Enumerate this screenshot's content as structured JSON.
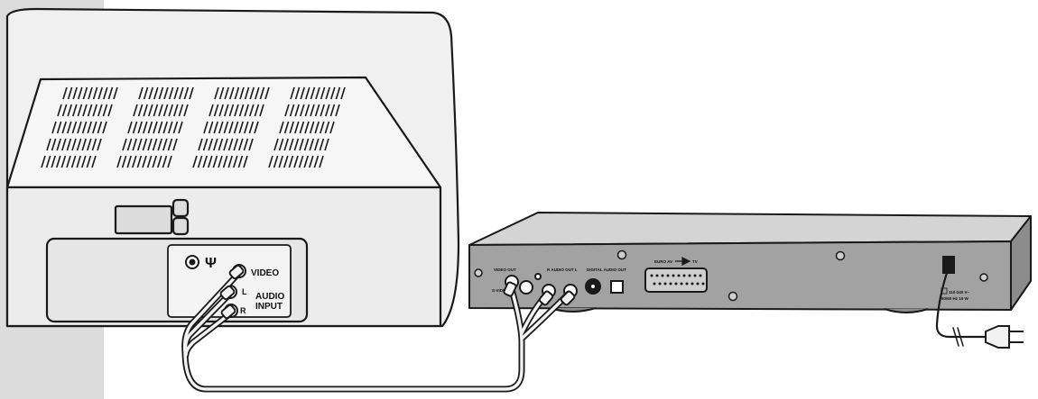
{
  "tv": {
    "antenna_symbol": "Ψ",
    "video_label": "VIDEO",
    "l_label": "L",
    "r_label": "R",
    "audio_label": "AUDIO",
    "input_label": "INPUT"
  },
  "player": {
    "video_out_label": "VIDEO OUT",
    "s_video_label": "S-VIDEO",
    "audio_out_label": "R  AUDIO OUT  L",
    "digital_audio_out_label": "DIGITAL AUDIO OUT",
    "euro_av_label": "EURO AV",
    "tv_label": "TV",
    "power_line1": "110-240 V~",
    "power_line2": "50/60 Hz  10 W"
  },
  "colors": {
    "line": "#1a1a1a",
    "body_fill": "#f2f2f2",
    "panel_fill": "#e9e9e9",
    "player_top": "#cfcfcf",
    "player_front": "#9a9a9a",
    "corner_tab": "#d9d9d9"
  }
}
